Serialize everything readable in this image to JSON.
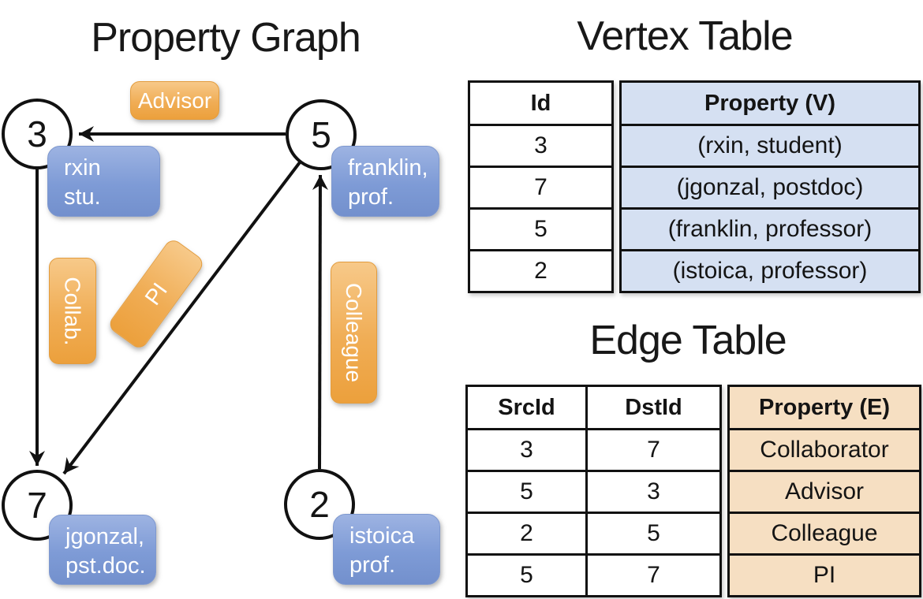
{
  "graph_panel": {
    "title": "Property Graph",
    "nodes": {
      "n3": {
        "id": "3",
        "prop_line1": "rxin",
        "prop_line2": "stu."
      },
      "n5": {
        "id": "5",
        "prop_line1": "franklin,",
        "prop_line2": "prof."
      },
      "n7": {
        "id": "7",
        "prop_line1": "jgonzal,",
        "prop_line2": "pst.doc."
      },
      "n2": {
        "id": "2",
        "prop_line1": "istoica",
        "prop_line2": "prof."
      }
    },
    "edge_labels": {
      "advisor": "Advisor",
      "collab": "Collab.",
      "pi": "PI",
      "colleague": "Colleague"
    }
  },
  "vertex_table": {
    "title": "Vertex Table",
    "columns": [
      "Id",
      "Property (V)"
    ],
    "rows": [
      [
        "3",
        "(rxin, student)"
      ],
      [
        "7",
        "(jgonzal, postdoc)"
      ],
      [
        "5",
        "(franklin, professor)"
      ],
      [
        "2",
        "(istoica, professor)"
      ]
    ]
  },
  "edge_table": {
    "title": "Edge Table",
    "columns": [
      "SrcId",
      "DstId",
      "Property (E)"
    ],
    "rows": [
      [
        "3",
        "7",
        "Collaborator"
      ],
      [
        "5",
        "3",
        "Advisor"
      ],
      [
        "2",
        "5",
        "Colleague"
      ],
      [
        "5",
        "7",
        "PI"
      ]
    ]
  },
  "colors": {
    "vertex_property_fill": "#d5e0f2",
    "edge_property_fill": "#f6dfc2",
    "vertex_label_blue": "#7e9bd6",
    "edge_label_orange": "#f0ad55",
    "line_color": "#111111"
  }
}
